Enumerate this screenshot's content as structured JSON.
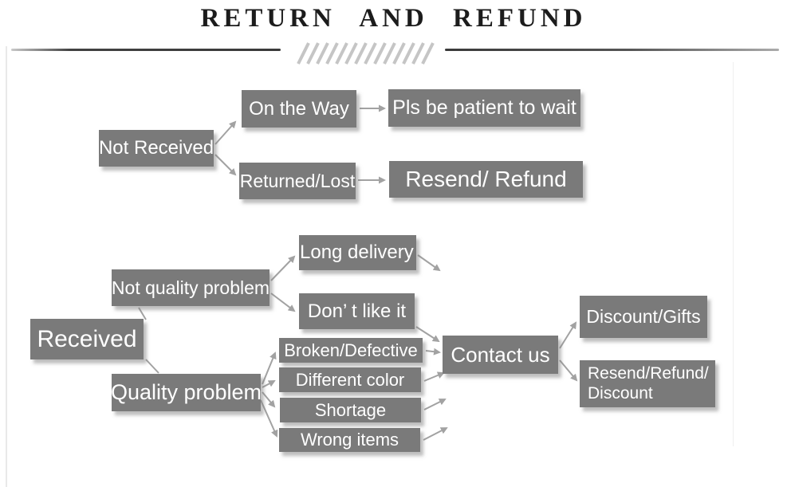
{
  "title": "RETURN AND REFUND",
  "colors": {
    "box_gray": "#7a7a7a",
    "box_text": "#ffffff",
    "arrow_gray": "#a2a2a2",
    "title_text": "#1c1c1c",
    "hatch_gray": "#c5c5c5"
  },
  "not_received_flow": {
    "not_received": "Not Received",
    "on_the_way": "On the Way",
    "returned_lost": "Returned/Lost",
    "pls_be_patient": "Pls be patient to wait",
    "resend_refund": "Resend/ Refund"
  },
  "received_flow": {
    "received": "Received",
    "not_quality_problem": "Not quality problem",
    "quality_problem": "Quality problem",
    "long_delivery": "Long delivery",
    "dont_like_it": "Don’ t like it",
    "broken_defective": "Broken/Defective",
    "different_color": "Different color",
    "shortage": "Shortage",
    "wrong_items": "Wrong items",
    "contact_us": "Contact us",
    "discount_gifts": "Discount/Gifts",
    "resend_refund_discount_line1": "Resend/Refund/",
    "resend_refund_discount_line2": "Discount"
  }
}
